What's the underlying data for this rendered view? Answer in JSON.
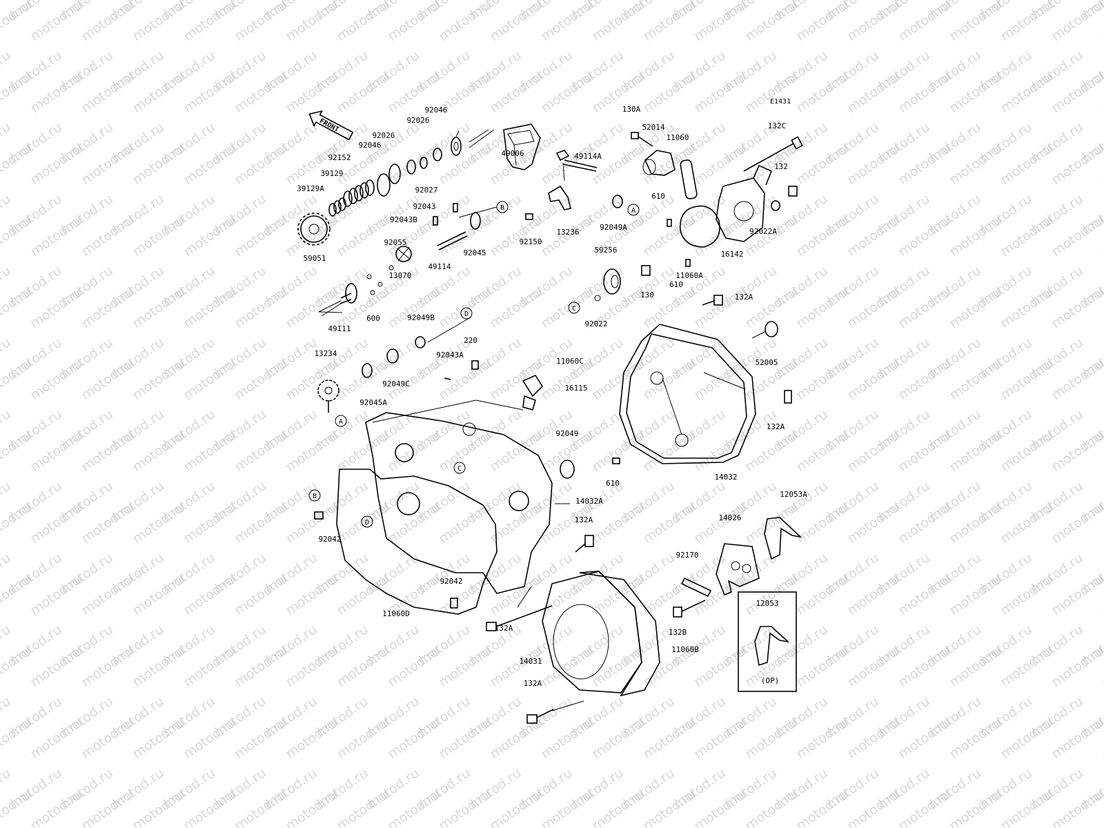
{
  "diagram": {
    "code": "E1431",
    "watermark": "motod.ru",
    "front_label": "FRONT",
    "option_label": "(OP)",
    "refs": [
      "A",
      "B",
      "C",
      "D"
    ],
    "part_labels": [
      "92046",
      "92026",
      "92026",
      "92046",
      "92152",
      "39129",
      "39129A",
      "59051",
      "92027",
      "49006",
      "49114A",
      "92043",
      "92043B",
      "49114",
      "92045",
      "92150",
      "13236",
      "92055",
      "13070",
      "600",
      "49111",
      "92049B",
      "220",
      "92043A",
      "13234",
      "92045A",
      "92049C",
      "16115",
      "130A",
      "52014",
      "11060",
      "132C",
      "132",
      "610",
      "92049A",
      "92022A",
      "16142",
      "11060A",
      "610",
      "59256",
      "130",
      "92022",
      "132A",
      "11060C",
      "52005",
      "132A",
      "14032",
      "610",
      "92049",
      "14032A",
      "92042",
      "92042",
      "11060D",
      "132A",
      "14026",
      "12053A",
      "92170",
      "132B",
      "12053",
      "14031",
      "11060B",
      "132A",
      "132A"
    ]
  }
}
